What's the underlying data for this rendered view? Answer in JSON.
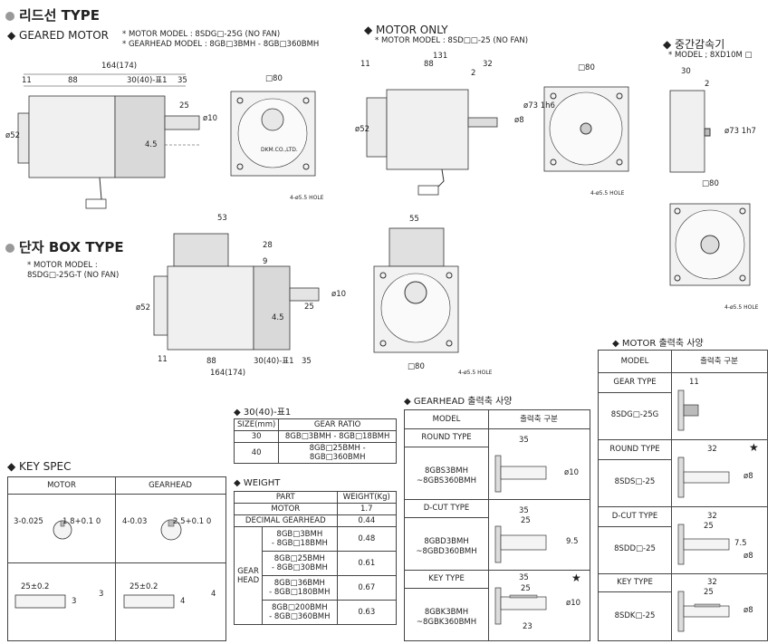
{
  "lead_type": {
    "title": "리드선 TYPE"
  },
  "geared_motor": {
    "title": "GEARED MOTOR",
    "note1": "* MOTOR MODEL : 8SDG□-25G (NO FAN)",
    "note2": "* GEARHEAD MODEL : 8GB□3BMH - 8GB□360BMH",
    "dims": {
      "total": "164(174)",
      "d11": "11",
      "d88": "88",
      "d30": "30(40)-표1",
      "d35": "35",
      "d25": "25",
      "phi10": "ø10",
      "d45": "4.5",
      "phi52": "ø52",
      "sq80": "□80",
      "hole": "4-ø5.5 HOLE",
      "brand": "DKM.CO.,LTD."
    }
  },
  "motor_only": {
    "title": "MOTOR ONLY",
    "note1": "* MOTOR MODEL : 8SD□□-25 (NO FAN)",
    "dims": {
      "d131": "131",
      "d11": "11",
      "d88": "88",
      "d32": "32",
      "d2": "2",
      "phi52": "ø52",
      "phi8": "ø8",
      "phi73": "ø73 1h6",
      "sq80": "□80",
      "hole": "4-ø5.5 HOLE"
    }
  },
  "decimal_gear": {
    "title": "중간감속기",
    "note1": "* MODEL ; 8XD10M □",
    "dims": {
      "d30": "30",
      "d2": "2",
      "phi73": "ø73 1h7",
      "sq80": "□80",
      "hole": "4-ø5.5 HOLE"
    }
  },
  "terminal_box": {
    "title": "단자 BOX TYPE",
    "note1": "* MOTOR MODEL :",
    "note2": "8SDG□-25G-T (NO FAN)",
    "dims": {
      "d53": "53",
      "d28": "28",
      "d9": "9",
      "d25": "25",
      "d45": "4.5",
      "phi10": "ø10",
      "phi52": "ø52",
      "d11": "11",
      "d88": "88",
      "d30": "30(40)-표1",
      "d35": "35",
      "total": "164(174)",
      "d55": "55",
      "sq80": "□80",
      "hole": "4-ø5.5 HOLE"
    }
  },
  "table1": {
    "title": "30(40)-표1",
    "headers": [
      "SIZE(mm)",
      "GEAR RATIO"
    ],
    "rows": [
      [
        "30",
        "8GB□3BMH - 8GB□18BMH"
      ],
      [
        "40",
        "8GB□25BMH - 8GB□360BMH"
      ]
    ]
  },
  "weight": {
    "title": "WEIGHT",
    "headers": [
      "PART",
      "WEIGHT(Kg)"
    ],
    "motor": [
      "MOTOR",
      "1.7"
    ],
    "decimal": [
      "DECIMAL GEARHEAD",
      "0.44"
    ],
    "gear_label1": "GEAR",
    "gear_label2": "HEAD",
    "gear_rows": [
      [
        "8GB□3BMH",
        "- 8GB□18BMH",
        "0.48"
      ],
      [
        "8GB□25BMH",
        "- 8GB□30BMH",
        "0.61"
      ],
      [
        "8GB□36BMH",
        "- 8GB□180BMH",
        "0.67"
      ],
      [
        "8GB□200BMH",
        "- 8GB□360BMH",
        "0.63"
      ]
    ]
  },
  "key_spec": {
    "title": "KEY SPEC",
    "headers": [
      "MOTOR",
      "GEARHEAD"
    ],
    "motor": {
      "a": "1.8+0.1 0",
      "b": "3-0.025",
      "c": "25±0.2",
      "d": "3",
      "e": "3"
    },
    "gearhead": {
      "a": "2.5+0.1 0",
      "b": "4-0.03",
      "c": "25±0.2",
      "d": "4",
      "e": "4"
    }
  },
  "gearhead_shaft": {
    "title": "GEARHEAD 출력축 사양",
    "headers": [
      "MODEL",
      "출력축 구분"
    ],
    "rows": [
      {
        "type": "ROUND TYPE",
        "model1": "8GBS3BMH",
        "model2": "~8GBS360BMH",
        "d1": "35",
        "d2": "ø10",
        "star": ""
      },
      {
        "type": "D-CUT TYPE",
        "model1": "8GBD3BMH",
        "model2": "~8GBD360BMH",
        "d1": "35",
        "d2": "25",
        "d3": "9.5",
        "star": ""
      },
      {
        "type": "KEY TYPE",
        "model1": "8GBK3BMH",
        "model2": "~8GBK360BMH",
        "d1": "35",
        "d2": "25",
        "d3": "23",
        "d4": "ø10",
        "star": "★"
      }
    ]
  },
  "motor_shaft": {
    "title": "MOTOR 출력축 사양",
    "headers": [
      "MODEL",
      "출력축 구분"
    ],
    "rows": [
      {
        "type": "GEAR TYPE",
        "model": "8SDG□-25G",
        "d1": "11",
        "star": ""
      },
      {
        "type": "ROUND TYPE",
        "model": "8SDS□-25",
        "d1": "32",
        "d2": "ø8",
        "star": "★"
      },
      {
        "type": "D-CUT TYPE",
        "model": "8SDD□-25",
        "d1": "32",
        "d2": "25",
        "d3": "7.5",
        "d4": "ø8",
        "star": ""
      },
      {
        "type": "KEY TYPE",
        "model": "8SDK□-25",
        "d1": "32",
        "d2": "25",
        "d3": "ø8",
        "star": ""
      }
    ]
  }
}
